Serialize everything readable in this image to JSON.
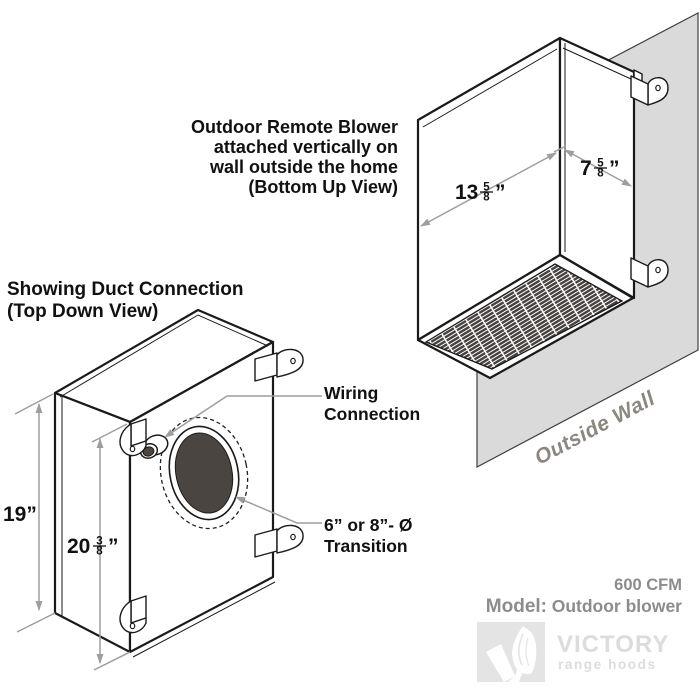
{
  "colors": {
    "background": "#ffffff",
    "line": "#1a1a1a",
    "wall_gray": "#dadada",
    "arrow_gray": "#9e9e9e",
    "dark_fill": "#4b4542",
    "gray_text": "#8c8c8c",
    "wall_text": "#8b8680",
    "logo_gray": "#dcdcdc",
    "logo_tile": "#e4e4e4"
  },
  "right_view": {
    "title_lines": [
      "Outdoor Remote Blower",
      "attached vertically on",
      "wall outside the home",
      "(Bottom Up View)"
    ],
    "wall_label": "Outside Wall",
    "dim_width": {
      "whole": "13",
      "num": "5",
      "den": "8",
      "unit": "”"
    },
    "dim_depth": {
      "whole": "7",
      "num": "5",
      "den": "8",
      "unit": "”"
    }
  },
  "left_view": {
    "title_lines": [
      "Showing Duct Connection",
      "(Top Down View)"
    ],
    "wiring_label_lines": [
      "Wiring",
      "Connection"
    ],
    "transition_label_lines": [
      "6” or 8”- Ø",
      "Transition"
    ],
    "dim_side": {
      "label": "19”"
    },
    "dim_front": {
      "whole": "20",
      "num": "3",
      "den": "8",
      "unit": "”"
    }
  },
  "branding": {
    "cfm": "600 CFM",
    "model_label": "Model:",
    "model_value": "Outdoor blower",
    "logo_title": "VICTORY",
    "logo_subtitle": "range hoods"
  }
}
